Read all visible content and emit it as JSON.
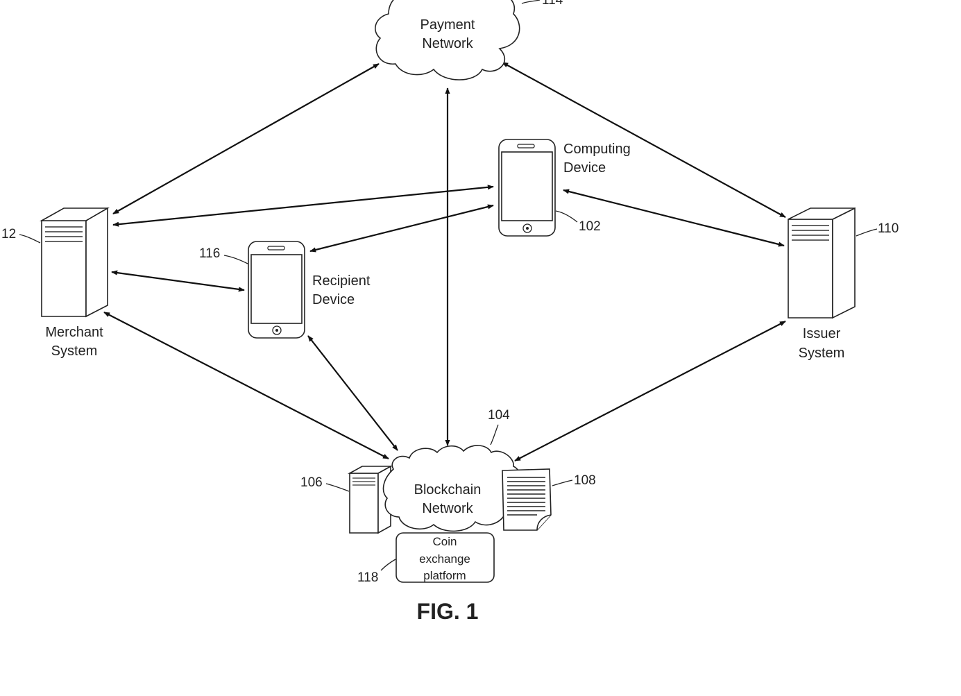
{
  "nodes": {
    "payment_network": {
      "line1": "Payment",
      "line2": "Network",
      "ref": "114"
    },
    "computing_device": {
      "line1": "Computing",
      "line2": "Device",
      "ref": "102"
    },
    "merchant_system": {
      "line1": "Merchant",
      "line2": "System",
      "ref": "12"
    },
    "recipient_device": {
      "line1": "Recipient",
      "line2": "Device",
      "ref": "116"
    },
    "issuer_system": {
      "line1": "Issuer",
      "line2": "System",
      "ref": "110"
    },
    "blockchain_network": {
      "line1": "Blockchain",
      "line2": "Network",
      "ref": "104"
    },
    "ledger_server": {
      "ref": "106"
    },
    "document": {
      "ref": "108"
    },
    "coin_exchange": {
      "line1": "Coin",
      "line2": "exchange",
      "line3": "platform",
      "ref": "118"
    }
  },
  "figure_label": "FIG. 1"
}
